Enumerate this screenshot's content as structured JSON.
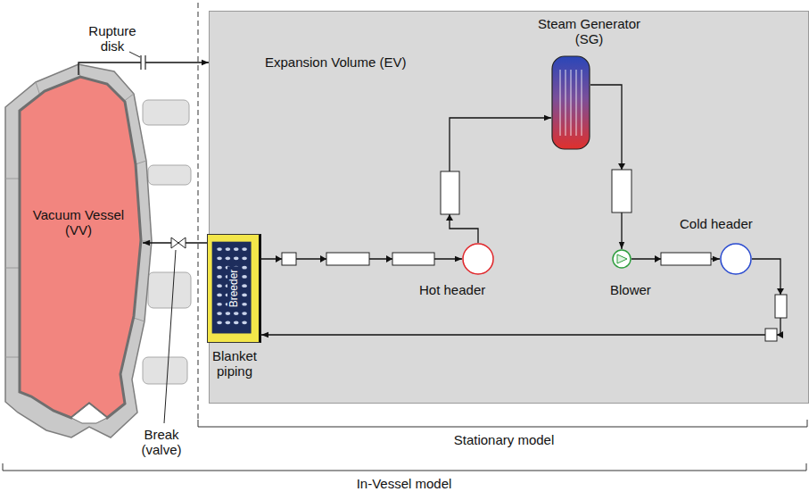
{
  "diagram": {
    "nodes": [
      {
        "text": [
          "Vacuum Vessel (VV)"
        ]
      },
      {
        "text": [
          "Expansion Volume (EV)"
        ]
      },
      {
        "text": [
          "Steam Generator (SG)"
        ],
        "in": 1
      },
      {
        "text": [
          "Breeder"
        ],
        "in": 1
      },
      {
        "text": [
          "Hot header"
        ],
        "in": 1
      },
      {
        "text": [
          "Blower"
        ],
        "in": 1
      },
      {
        "text": [
          "Cold header"
        ],
        "in": 1
      }
    ],
    "edges": [
      {
        "from": 3,
        "to": 4,
        "arrow": "to"
      },
      {
        "from": 4,
        "to": 2,
        "arrow": "to"
      },
      {
        "from": 2,
        "to": 5,
        "arrow": "to"
      },
      {
        "from": 5,
        "to": 6,
        "arrow": "to"
      },
      {
        "from": 6,
        "to": 3,
        "arrow": "to"
      },
      {
        "from": 3,
        "to": 0,
        "arrow": "to"
      },
      {
        "from": 0,
        "to": 1,
        "arrow": "to"
      }
    ],
    "labels": [
      "Rupture disk",
      "Blanket piping",
      "Break (valve)",
      "Stationary model",
      "In-Vessel model"
    ]
  }
}
